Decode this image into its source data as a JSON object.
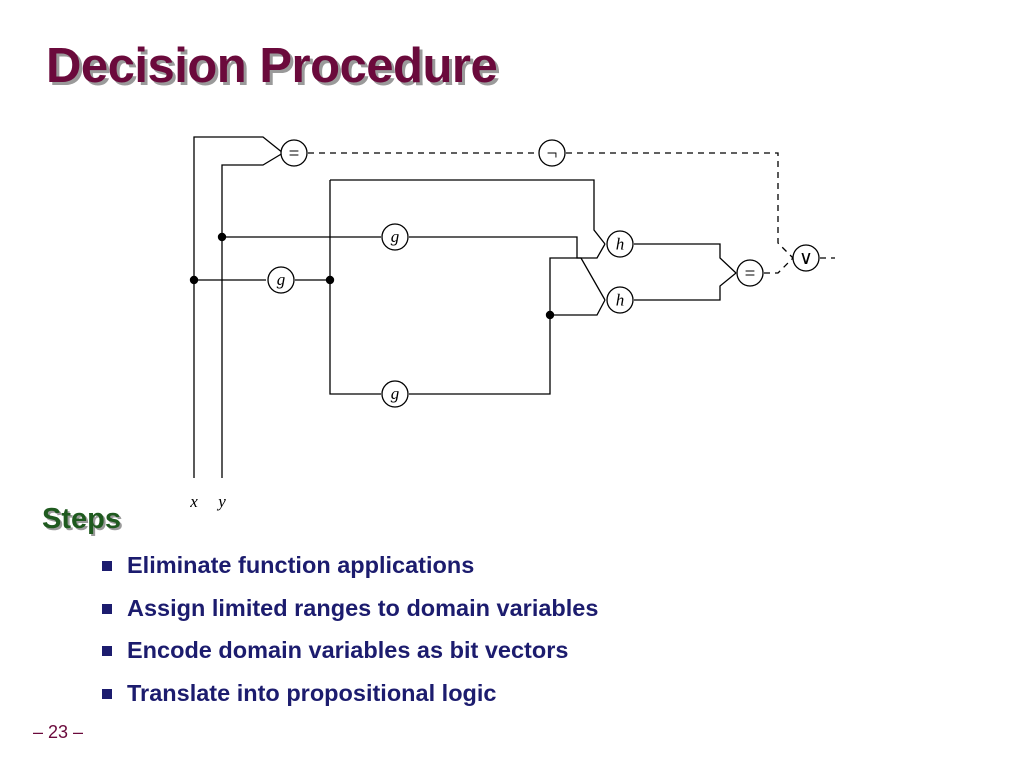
{
  "slide": {
    "title": "Decision Procedure",
    "page_number": "– 23 –"
  },
  "diagram": {
    "input_labels": {
      "x": "x",
      "y": "y"
    },
    "nodes": {
      "eq_top": "=",
      "not": "¬",
      "g_upper": "g",
      "g_left": "g",
      "g_lower": "g",
      "h_upper": "h",
      "h_lower": "h",
      "eq_right": "=",
      "or": "∨"
    }
  },
  "steps": {
    "heading": "Steps",
    "items": [
      "Eliminate function applications",
      "Assign limited ranges to domain variables",
      "Encode domain variables as bit vectors",
      "Translate into propositional logic"
    ]
  }
}
